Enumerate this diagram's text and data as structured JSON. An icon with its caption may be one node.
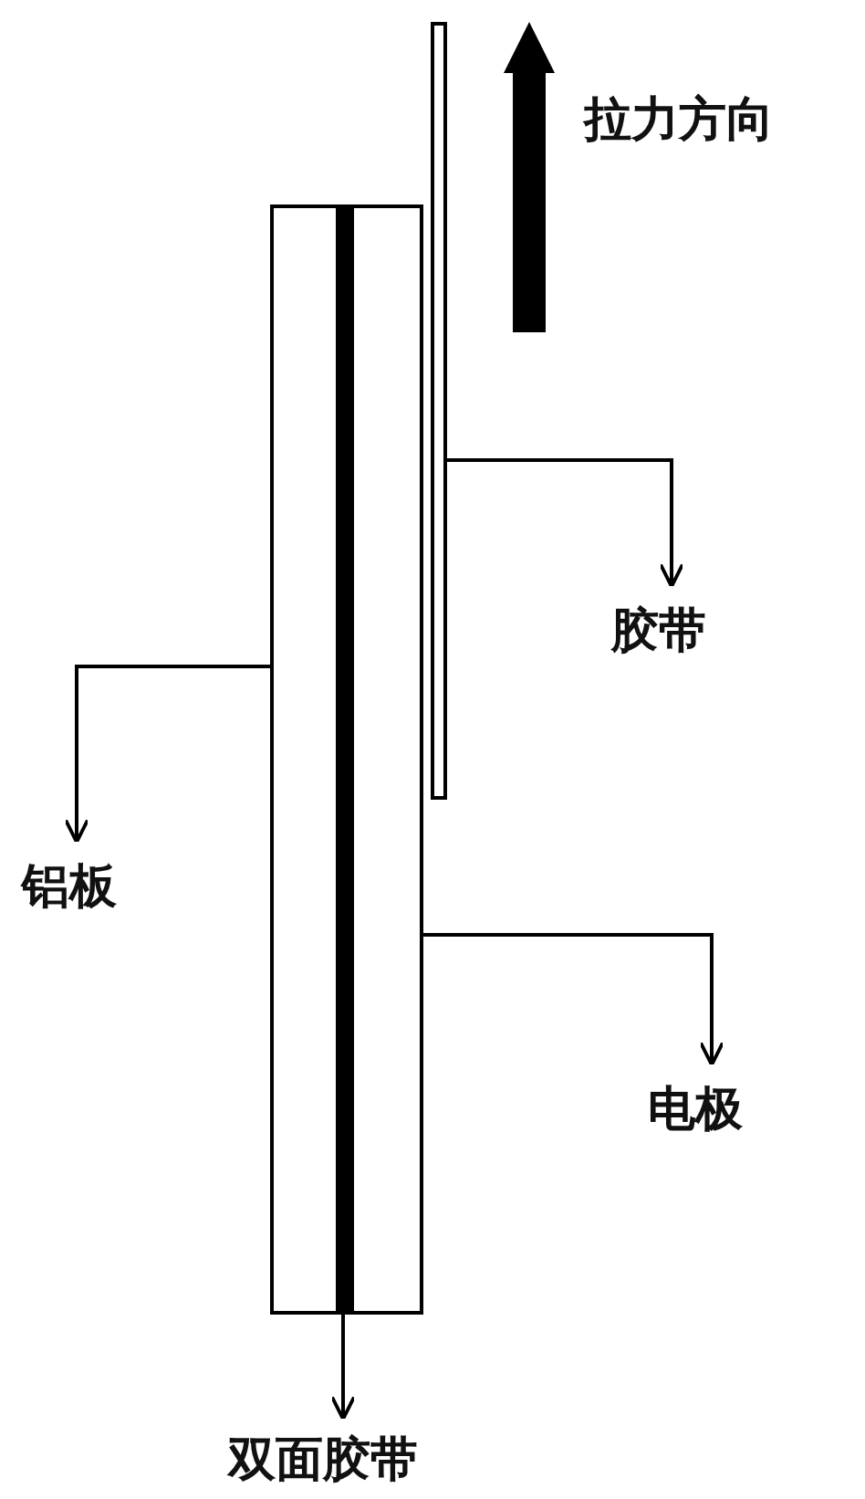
{
  "diagram": {
    "nodes": [
      {
        "text": [],
        "shape": "box"
      },
      {
        "text": [],
        "shape": "bar"
      },
      {
        "text": [],
        "shape": "box"
      },
      {
        "text": [],
        "shape": "bar"
      },
      {
        "text": [
          "胶带"
        ]
      },
      {
        "text": [
          "铝板"
        ]
      },
      {
        "text": [
          "电极"
        ]
      },
      {
        "text": [
          "双面胶带"
        ]
      }
    ],
    "edges": [
      {
        "from": 3,
        "to": 4,
        "arrow": "to"
      },
      {
        "from": 0,
        "to": 5,
        "arrow": "to"
      },
      {
        "from": 2,
        "to": 6,
        "arrow": "to"
      },
      {
        "from": 1,
        "to": 7,
        "arrow": "to"
      }
    ],
    "labels": [
      "拉力方向"
    ]
  }
}
